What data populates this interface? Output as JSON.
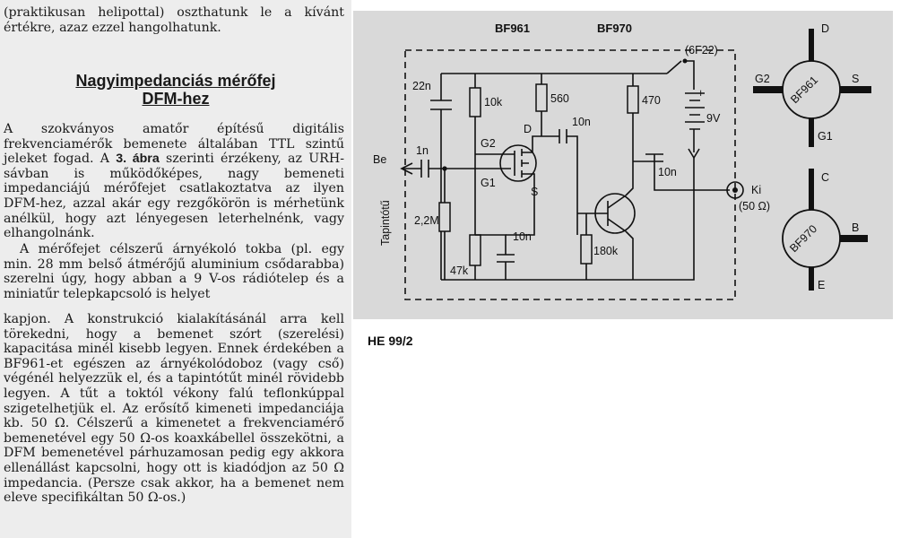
{
  "article": {
    "intro": "(praktikusan helipottal) oszthatunk le a kívánt értékre, azaz ezzel hangolhatunk.",
    "heading_line1": "Nagyimpedanciás mérőfej",
    "heading_line2": "DFM-hez",
    "p1_before": "A szokványos amatőr építésű digitális frekvenciamérők bemenete általában TTL szintű jeleket fogad. A ",
    "p1_bold": "3. ábra",
    "p1_after": " szerinti érzékeny, az URH-sávban is működőképes, nagy bemeneti impedanciájú mérőfejet csatlakoztatva az ilyen DFM-hez, azzal akár egy rezgőkörön is mérhetünk anélkül, hogy azt lényegesen leterhelnénk, vagy elhangolnánk.",
    "p2": "A mérőfejet célszerű árnyékoló tokba (pl. egy min. 28 mm belső átmérőjű aluminium csődarabba) szerelni úgy, hogy abban a 9 V-os rádiótelep és a miniatűr telepkapcsoló is helyet",
    "p3": "kapjon. A konstrukció kialakításánál arra kell törekedni, hogy a bemenet szórt (szerelési) kapacitása minél kisebb legyen. Ennek érdekében a BF961-et egészen az árnyékolódoboz (vagy cső) végénél helyezzük el, és a tapintótűt minél rövidebb legyen. A tűt a toktól vékony falú teflonkúppal szigetelhetjük el. Az erősítő kimeneti impedanciája kb. 50 Ω. Célszerű a kimenetet a frekvenciamérő bemenetével egy 50 Ω-os koaxkábellel összekötni, a DFM bemenetével párhuzamosan pedig egy akkora ellenállást kapcsolni, hogy ott is kiadódjon az 50 Ω impedancia. (Persze csak akkor, ha a bemenet nem eleve specifikáltan 50 Ω-os.)"
  },
  "figure": {
    "caption": "HE 99/2",
    "labels": {
      "bf961": "BF961",
      "bf970": "BF970",
      "c22n": "22n",
      "r10k": "10k",
      "r560": "560",
      "r470": "470",
      "c10n_a": "10n",
      "c10n_b": "10n",
      "c10n_c": "10n",
      "c1n": "1n",
      "r22m": "2,2M",
      "r47k": "47k",
      "r180k": "180k",
      "battery": "(6F22)",
      "batt_v": "9V",
      "g2": "G2",
      "g1": "G1",
      "d": "D",
      "s": "S",
      "be": "Be",
      "probe": "Tapintótű",
      "ki": "Ki",
      "ki_imp": "(50 Ω)",
      "pin_d": "D",
      "pin_g2": "G2",
      "pin_s": "S",
      "pin_g1": "G1",
      "pin_c": "C",
      "pin_b": "B",
      "pin_e": "E",
      "pkg961": "BF961",
      "pkg970": "BF970",
      "plus": "+"
    }
  }
}
